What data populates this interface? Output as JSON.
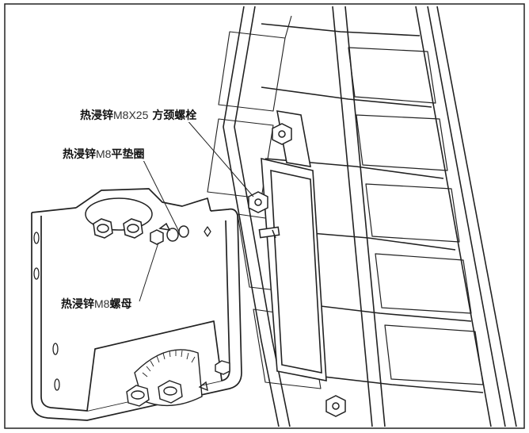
{
  "callouts": {
    "bolt": {
      "prefix": "热浸锌",
      "spec": "M8X25",
      "suffix": "方颈螺栓"
    },
    "washer": {
      "prefix": "热浸锌",
      "spec": "M8",
      "suffix": "平垫圈"
    },
    "nut": {
      "prefix": "热浸锌",
      "spec": "M8",
      "suffix": "螺母"
    }
  }
}
